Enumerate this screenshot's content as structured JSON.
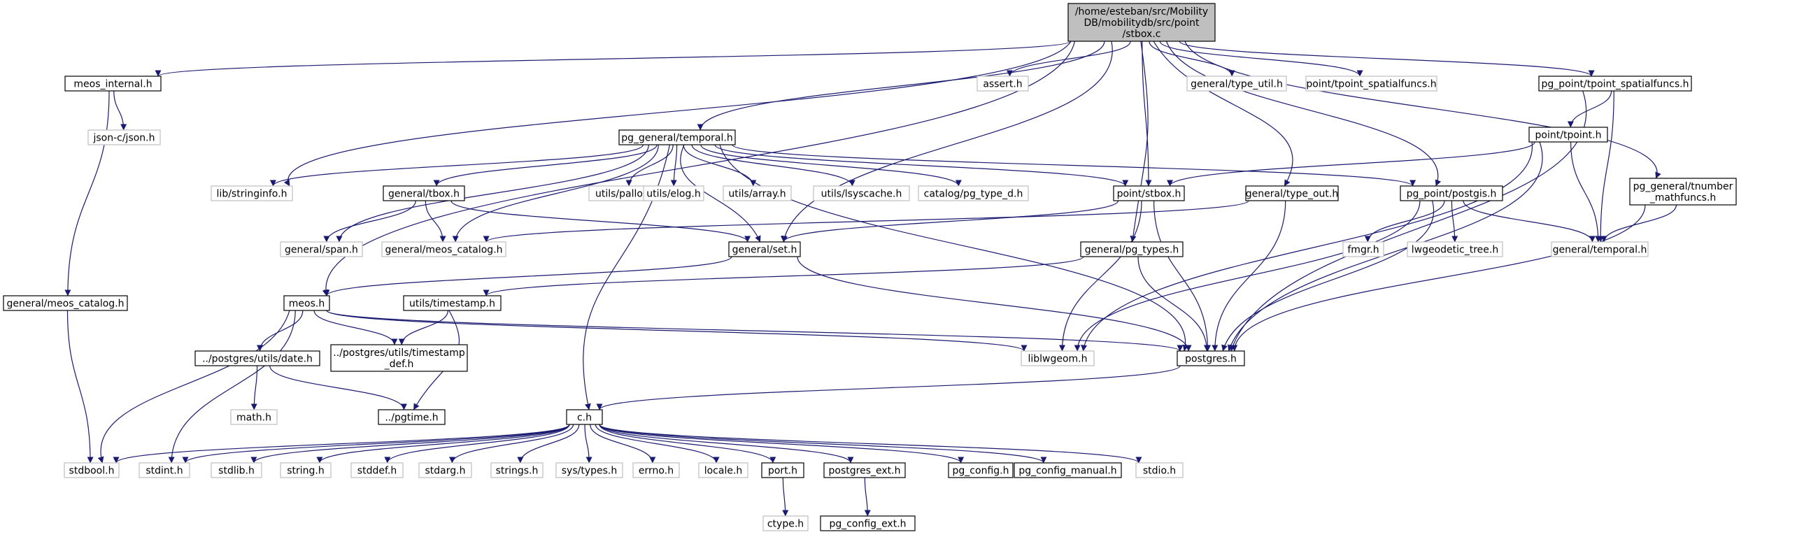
{
  "root": {
    "line1": "/home/esteban/src/Mobility",
    "line2": "DB/mobilitydb/src/point",
    "line3": "/stbox.c",
    "fill": "#bfbfbf"
  },
  "colors": {
    "edge": "#191970",
    "node_border": "#000000",
    "leaf_border": "#bfbfbf"
  },
  "nodes": {
    "meos_internal_h": "meos_internal.h",
    "json_c_json_h": "json-c/json.h",
    "general_meos_catalog_h_left": "general/meos_catalog.h",
    "assert_h": "assert.h",
    "general_type_util_h": "general/type_util.h",
    "point_tpoint_spatialfuncs_h": "point/tpoint_spatialfuncs.h",
    "pg_point_tpoint_spatialfuncs_h": "pg_point/tpoint_spatialfuncs.h",
    "point_tpoint_h": "point/tpoint.h",
    "pg_general_tnumber_l1": "pg_general/tnumber",
    "pg_general_tnumber_l2": "_mathfuncs.h",
    "pg_general_temporal_h": "pg_general/temporal.h",
    "lib_stringinfo_h": "lib/stringinfo.h",
    "general_tbox_h": "general/tbox.h",
    "utils_palloc_h": "utils/palloc.h",
    "utils_elog_h": "utils/elog.h",
    "utils_array_h": "utils/array.h",
    "utils_lsyscache_h": "utils/lsyscache.h",
    "catalog_pg_type_d_h": "catalog/pg_type_d.h",
    "point_stbox_h": "point/stbox.h",
    "general_type_out_h": "general/type_out.h",
    "pg_point_postgis_h": "pg_point/postgis.h",
    "general_temporal_h": "general/temporal.h",
    "general_span_h": "general/span.h",
    "general_meos_catalog_h": "general/meos_catalog.h",
    "general_set_h": "general/set.h",
    "general_pg_types_h": "general/pg_types.h",
    "fmgr_h": "fmgr.h",
    "lwgeodetic_tree_h": "lwgeodetic_tree.h",
    "meos_h": "meos.h",
    "utils_timestamp_h": "utils/timestamp.h",
    "postgres_utils_timestamp_l1": "../postgres/utils/timestamp",
    "postgres_utils_timestamp_l2": "_def.h",
    "postgres_utils_date_h": "../postgres/utils/date.h",
    "liblwgeom_h": "liblwgeom.h",
    "postgres_h": "postgres.h",
    "math_h": "math.h",
    "pgtime_h": "../pgtime.h",
    "c_h": "c.h",
    "stdbool_h": "stdbool.h",
    "stdint_h": "stdint.h",
    "stdlib_h": "stdlib.h",
    "string_h": "string.h",
    "stddef_h": "stddef.h",
    "stdarg_h": "stdarg.h",
    "strings_h": "strings.h",
    "sys_types_h": "sys/types.h",
    "errno_h": "errno.h",
    "locale_h": "locale.h",
    "port_h": "port.h",
    "postgres_ext_h": "postgres_ext.h",
    "pg_config_h": "pg_config.h",
    "pg_config_manual_h": "pg_config_manual.h",
    "stdio_h": "stdio.h",
    "ctype_h": "ctype.h",
    "pg_config_ext_h": "pg_config_ext.h"
  }
}
